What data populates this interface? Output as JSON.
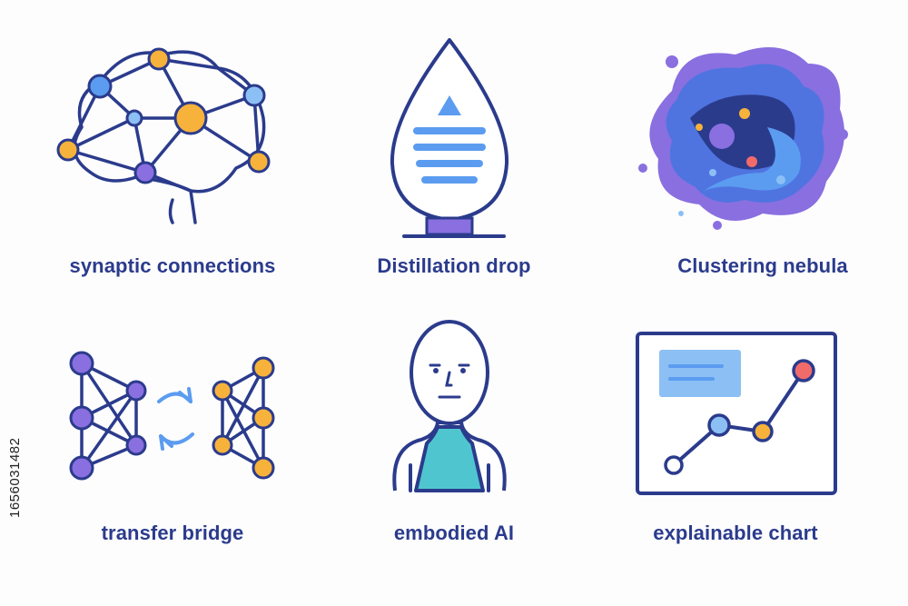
{
  "colors": {
    "navy": "#2b3b8c",
    "blue": "#5b9cf0",
    "light_blue": "#8cc0f5",
    "purple": "#8a6fe0",
    "orange": "#f7b23b",
    "teal": "#4fc6cf",
    "red": "#f26b6b",
    "background": "#fdfdfe"
  },
  "icons": [
    {
      "icon_name": "brain-network-icon",
      "label": "synaptic connections"
    },
    {
      "icon_name": "water-drop-icon",
      "label": "Distillation drop"
    },
    {
      "icon_name": "nebula-icon",
      "label": "Clustering nebula"
    },
    {
      "icon_name": "transfer-networks-icon",
      "label": "transfer bridge"
    },
    {
      "icon_name": "humanoid-icon",
      "label": "embodied AI"
    },
    {
      "icon_name": "line-chart-icon",
      "label": "explainable chart"
    }
  ],
  "side_text": "1656031482"
}
